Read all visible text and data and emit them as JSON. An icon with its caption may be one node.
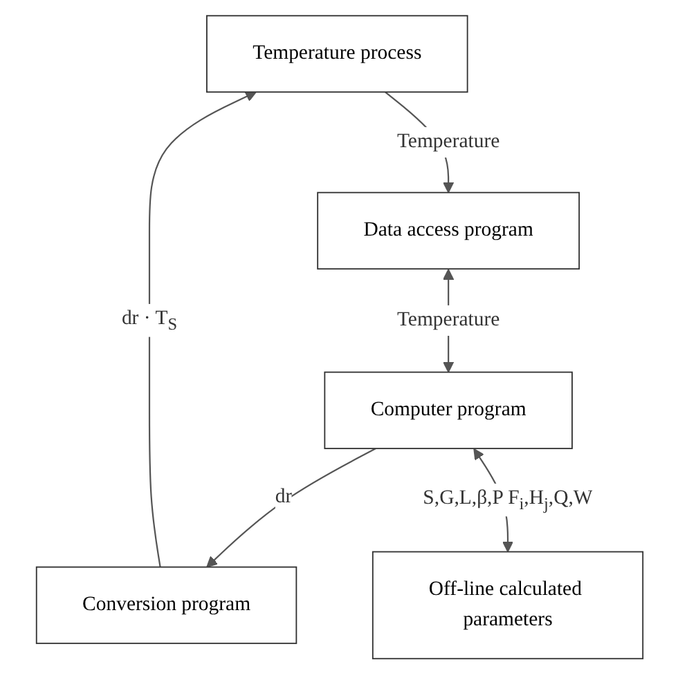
{
  "diagram": {
    "nodes": [
      {
        "text": [
          "Temperature process"
        ]
      },
      {
        "text": [
          "Conversion program"
        ]
      },
      {
        "text": [
          "Data access program"
        ]
      },
      {
        "text": [
          "Computer program"
        ]
      },
      {
        "text": [
          "Off-line calculated parameters"
        ]
      }
    ],
    "edges": [
      {
        "from": 1,
        "to": 0,
        "arrow": "to",
        "label": "dr · T$_{S}$"
      },
      {
        "from": 0,
        "to": 2,
        "arrow": "to",
        "label": "Temperature"
      },
      {
        "from": 2,
        "to": 3,
        "arrow": "both",
        "label": "Temperature"
      },
      {
        "from": 3,
        "to": 1,
        "arrow": "to",
        "label": "dr"
      },
      {
        "from": 3,
        "to": 4,
        "arrow": "both",
        "label": "S,G,L,β,P F$_{i}$,H$_{j}$,Q,W"
      }
    ]
  }
}
